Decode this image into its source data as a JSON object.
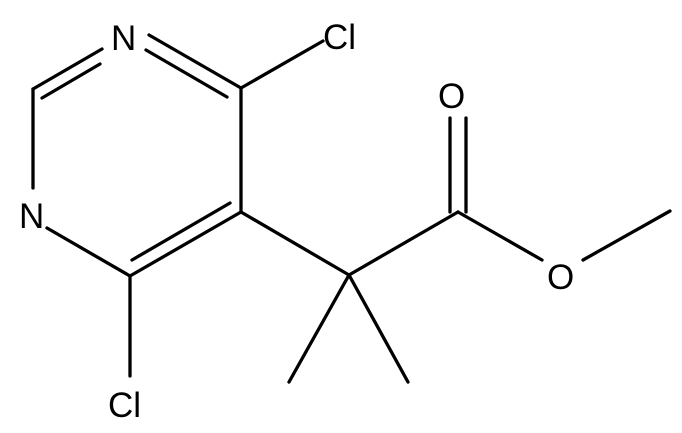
{
  "molecule": {
    "atoms": {
      "n1": "N",
      "n3": "N",
      "cl_top": "Cl",
      "cl_bottom": "Cl",
      "o_carbonyl": "O",
      "o_ester": "O"
    },
    "colors": {
      "bond": "#000000",
      "label": "#000000",
      "background": "#ffffff"
    }
  }
}
